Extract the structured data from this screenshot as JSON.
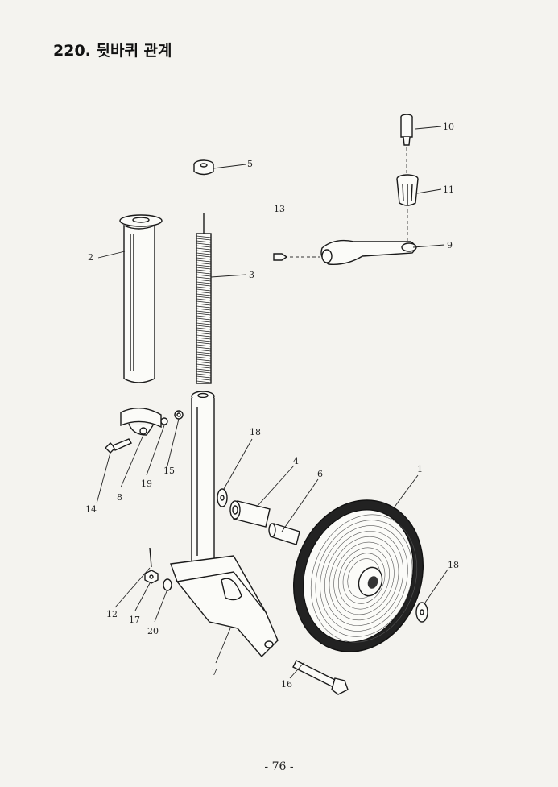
{
  "header": {
    "title": "220. 뒷바퀴 관계"
  },
  "footer": {
    "page_number": "- 76 -"
  },
  "callouts": [
    "1",
    "2",
    "3",
    "4",
    "5",
    "6",
    "7",
    "8",
    "9",
    "10",
    "11",
    "12",
    "13",
    "14",
    "15",
    "16",
    "17",
    "18",
    "18",
    "19",
    "20"
  ]
}
